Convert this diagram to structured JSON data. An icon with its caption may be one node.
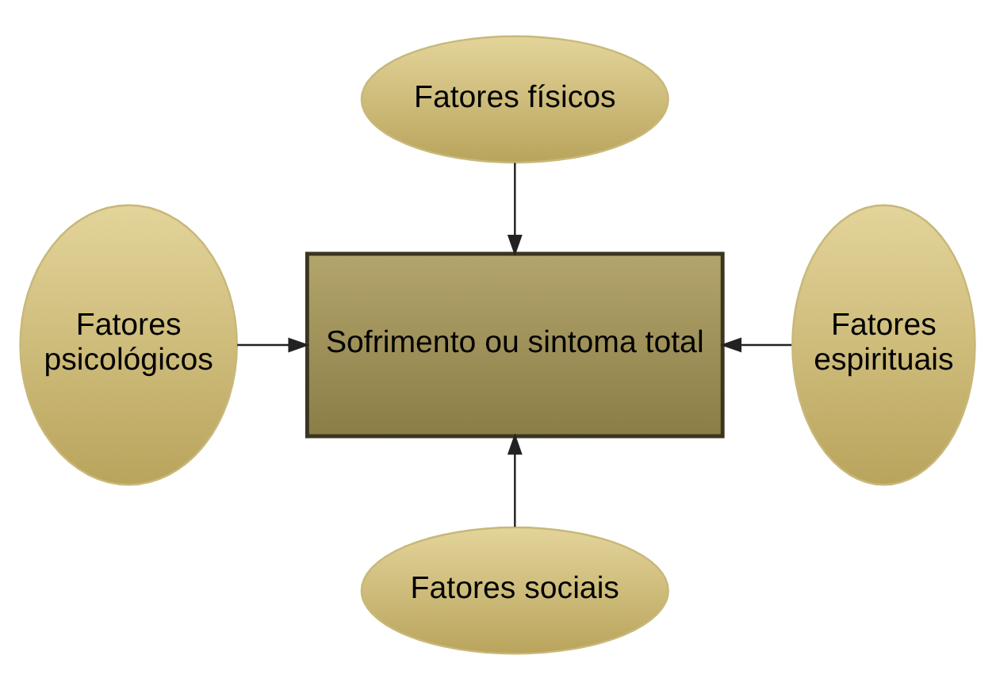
{
  "diagram": {
    "nodes": [
      {
        "text": [
          "Fatores físicos"
        ]
      },
      {
        "text": [
          "Fatores psicológicos"
        ]
      },
      {
        "text": [
          "Sofrimento ou sintoma total"
        ]
      },
      {
        "text": [
          "Fatores espirituais"
        ]
      },
      {
        "text": [
          "Fatores sociais"
        ]
      }
    ],
    "edges": [
      {
        "from": 0,
        "to": 2,
        "arrow": "to"
      },
      {
        "from": 1,
        "to": 2,
        "arrow": "to"
      },
      {
        "from": 3,
        "to": 2,
        "arrow": "to"
      },
      {
        "from": 4,
        "to": 2,
        "arrow": "to"
      }
    ]
  }
}
